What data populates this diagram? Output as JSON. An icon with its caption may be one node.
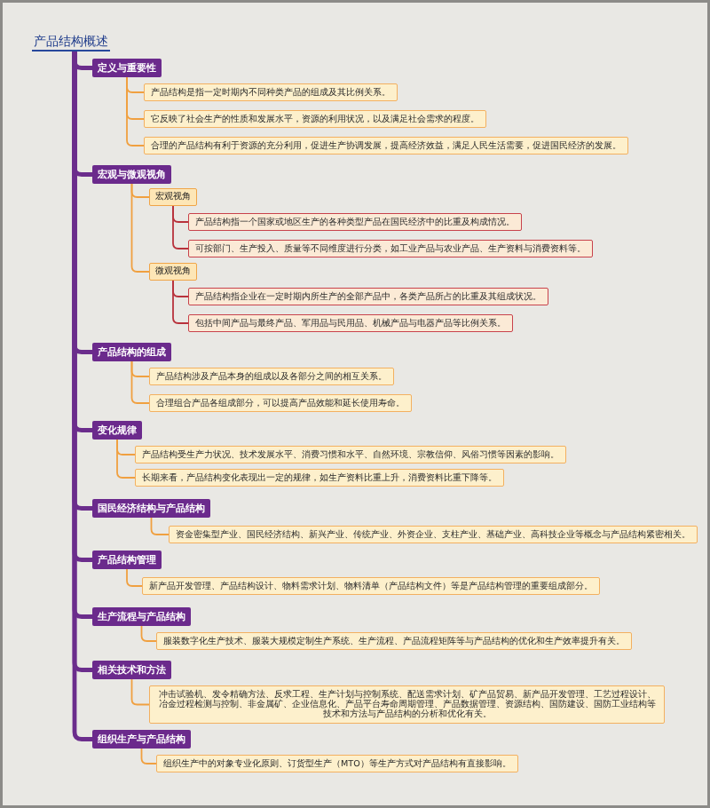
{
  "diagram": {
    "nodes": [
      {
        "text": [
          "产品结构概述"
        ]
      },
      {
        "text": [
          "定义与重要性"
        ]
      },
      {
        "text": [
          "产品结构是指一定时期内不同种类产品的组成及其比例关系。"
        ]
      },
      {
        "text": [
          "它反映了社会生产的性质和发展水平，资源的利用状况，以及满足社会需求的程度。"
        ]
      },
      {
        "text": [
          "合理的产品结构有利于资源的充分利用，促进生产协调发展，提高经济效益，满足人民生活需要，促进国民经济的发展。"
        ]
      },
      {
        "text": [
          "宏观与微观视角"
        ]
      },
      {
        "text": [
          "宏观视角"
        ]
      },
      {
        "text": [
          "产品结构指一个国家或地区生产的各种类型产品在国民经济中的比重及构成情况。"
        ]
      },
      {
        "text": [
          "可按部门、生产投入、质量等不同维度进行分类，如工业产品与农业产品、生产资料与消费资料等。"
        ]
      },
      {
        "text": [
          "微观视角"
        ]
      },
      {
        "text": [
          "产品结构指企业在一定时期内所生产的全部产品中，各类产品所占的比重及其组成状况。"
        ]
      },
      {
        "text": [
          "包括中间产品与最终产品、军用品与民用品、机械产品与电器产品等比例关系。"
        ]
      },
      {
        "text": [
          "产品结构的组成"
        ]
      },
      {
        "text": [
          "产品结构涉及产品本身的组成以及各部分之间的相互关系。"
        ]
      },
      {
        "text": [
          "合理组合产品各组成部分，可以提高产品效能和延长使用寿命。"
        ]
      },
      {
        "text": [
          "变化规律"
        ]
      },
      {
        "text": [
          "产品结构受生产力状况、技术发展水平、消费习惯和水平、自然环境、宗教信仰、风俗习惯等因素的影响。"
        ]
      },
      {
        "text": [
          "长期来看，产品结构变化表现出一定的规律，如生产资料比重上升，消费资料比重下降等。"
        ]
      },
      {
        "text": [
          "国民经济结构与产品结构"
        ]
      },
      {
        "text": [
          "资金密集型产业、国民经济结构、新兴产业、传统产业、外资企业、支柱产业、基础产业、高科技企业等概念与产品结构紧密相关。"
        ]
      },
      {
        "text": [
          "产品结构管理"
        ]
      },
      {
        "text": [
          "新产品开发管理、产品结构设计、物料需求计划、物料清单（产品结构文件）等是产品结构管理的重要组成部分。"
        ]
      },
      {
        "text": [
          "生产流程与产品结构"
        ]
      },
      {
        "text": [
          "服装数字化生产技术、服装大规模定制生产系统、生产流程、产品流程矩阵等与产品结构的优化和生产效率提升有关。"
        ]
      },
      {
        "text": [
          "相关技术和方法"
        ]
      },
      {
        "text": [
          "冲击试验机、发令精确方法、反求工程、生产计划与控制系统、配送需求计划、矿产品贸易、新产品开发管理、工艺过程设计、冶金过程检测与控制、非金属矿、企业信息化、产品平台寿命周期管理、产品数据管理、资源结构、国防建设、国防工业结构等技术和方法与产品结构的分析和优化有关。"
        ]
      },
      {
        "text": [
          "组织生产与产品结构"
        ]
      },
      {
        "text": [
          "组织生产中的对象专业化原则、订货型生产（MTO）等生产方式对产品结构有直接影响。"
        ]
      }
    ],
    "edges": [
      {
        "from": 0,
        "to": 1,
        "arrow": "none",
        "style": "thick",
        "color": "#6b2d8c"
      },
      {
        "from": 1,
        "to": 2,
        "arrow": "none"
      },
      {
        "from": 1,
        "to": 3,
        "arrow": "none"
      },
      {
        "from": 1,
        "to": 4,
        "arrow": "none"
      },
      {
        "from": 0,
        "to": 5,
        "arrow": "none",
        "style": "thick",
        "color": "#6b2d8c"
      },
      {
        "from": 5,
        "to": 6,
        "arrow": "none"
      },
      {
        "from": 6,
        "to": 7,
        "arrow": "none",
        "color": "#b8323c"
      },
      {
        "from": 6,
        "to": 8,
        "arrow": "none",
        "color": "#b8323c"
      },
      {
        "from": 5,
        "to": 9,
        "arrow": "none"
      },
      {
        "from": 9,
        "to": 10,
        "arrow": "none",
        "color": "#b8323c"
      },
      {
        "from": 9,
        "to": 11,
        "arrow": "none",
        "color": "#b8323c"
      },
      {
        "from": 0,
        "to": 12,
        "arrow": "none",
        "style": "thick",
        "color": "#6b2d8c"
      },
      {
        "from": 12,
        "to": 13,
        "arrow": "none"
      },
      {
        "from": 12,
        "to": 14,
        "arrow": "none"
      },
      {
        "from": 0,
        "to": 15,
        "arrow": "none",
        "style": "thick",
        "color": "#6b2d8c"
      },
      {
        "from": 15,
        "to": 16,
        "arrow": "none"
      },
      {
        "from": 15,
        "to": 17,
        "arrow": "none"
      },
      {
        "from": 0,
        "to": 18,
        "arrow": "none",
        "style": "thick",
        "color": "#6b2d8c"
      },
      {
        "from": 18,
        "to": 19,
        "arrow": "none"
      },
      {
        "from": 0,
        "to": 20,
        "arrow": "none",
        "style": "thick",
        "color": "#6b2d8c"
      },
      {
        "from": 20,
        "to": 21,
        "arrow": "none"
      },
      {
        "from": 0,
        "to": 22,
        "arrow": "none",
        "style": "thick",
        "color": "#6b2d8c"
      },
      {
        "from": 22,
        "to": 23,
        "arrow": "none"
      },
      {
        "from": 0,
        "to": 24,
        "arrow": "none",
        "style": "thick",
        "color": "#6b2d8c"
      },
      {
        "from": 24,
        "to": 25,
        "arrow": "none"
      },
      {
        "from": 0,
        "to": 26,
        "arrow": "none",
        "style": "thick",
        "color": "#6b2d8c"
      },
      {
        "from": 26,
        "to": 27,
        "arrow": "none"
      }
    ]
  }
}
